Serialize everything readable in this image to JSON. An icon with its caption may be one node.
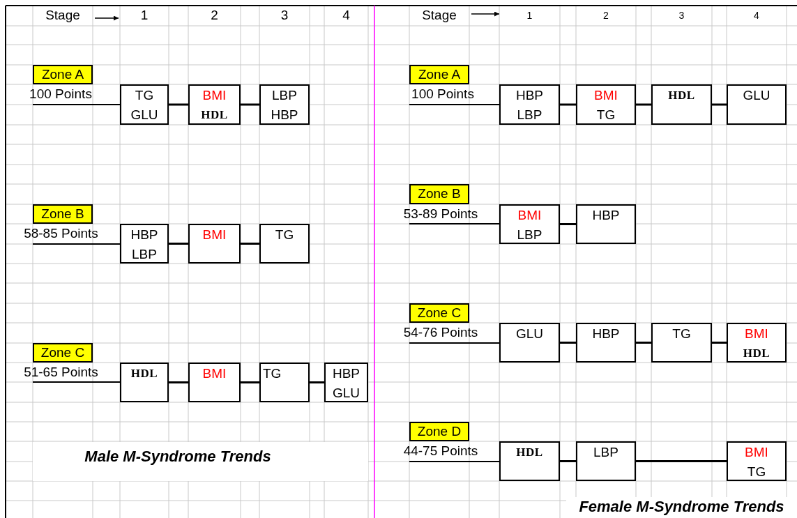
{
  "diagram": {
    "nodes": [
      {
        "text": [
          "Zone A"
        ]
      },
      {
        "text": [
          "100 Points"
        ]
      },
      {
        "text": [
          "TG",
          "GLU"
        ]
      },
      {
        "text": [
          "BMI",
          "HDL"
        ]
      },
      {
        "text": [
          "LBP",
          "HBP"
        ]
      },
      {
        "text": [
          "Zone B"
        ]
      },
      {
        "text": [
          "58-85 Points"
        ]
      },
      {
        "text": [
          "HBP",
          "LBP"
        ]
      },
      {
        "text": [
          "BMI"
        ]
      },
      {
        "text": [
          "TG"
        ]
      },
      {
        "text": [
          "Zone C"
        ]
      },
      {
        "text": [
          "51-65 Points"
        ]
      },
      {
        "text": [
          "HDL"
        ]
      },
      {
        "text": [
          "BMI"
        ]
      },
      {
        "text": [
          "TG"
        ]
      },
      {
        "text": [
          "HBP",
          "GLU"
        ]
      },
      {
        "text": [
          "Zone A"
        ]
      },
      {
        "text": [
          "100 Points"
        ]
      },
      {
        "text": [
          "HBP",
          "LBP"
        ]
      },
      {
        "text": [
          "BMI",
          "TG"
        ]
      },
      {
        "text": [
          "HDL"
        ]
      },
      {
        "text": [
          "GLU"
        ]
      },
      {
        "text": [
          "Zone B"
        ]
      },
      {
        "text": [
          "53-89 Points"
        ]
      },
      {
        "text": [
          "BMI",
          "LBP"
        ]
      },
      {
        "text": [
          "HBP"
        ]
      },
      {
        "text": [
          "Zone C"
        ]
      },
      {
        "text": [
          "54-76 Points"
        ]
      },
      {
        "text": [
          "GLU"
        ]
      },
      {
        "text": [
          "HBP"
        ]
      },
      {
        "text": [
          "TG"
        ]
      },
      {
        "text": [
          "BMI",
          "HDL"
        ]
      },
      {
        "text": [
          "Zone D"
        ]
      },
      {
        "text": [
          "44-75 Points"
        ]
      },
      {
        "text": [
          "HDL"
        ]
      },
      {
        "text": [
          "LBP"
        ]
      },
      {
        "text": [
          "BMI",
          "TG"
        ]
      }
    ],
    "edges": [
      {
        "from": 1,
        "to": 2,
        "arrow": "none"
      },
      {
        "from": 2,
        "to": 3,
        "arrow": "none"
      },
      {
        "from": 3,
        "to": 4,
        "arrow": "none"
      },
      {
        "from": 6,
        "to": 7,
        "arrow": "none"
      },
      {
        "from": 7,
        "to": 8,
        "arrow": "none"
      },
      {
        "from": 8,
        "to": 9,
        "arrow": "none"
      },
      {
        "from": 11,
        "to": 12,
        "arrow": "none"
      },
      {
        "from": 12,
        "to": 13,
        "arrow": "none"
      },
      {
        "from": 13,
        "to": 14,
        "arrow": "none"
      },
      {
        "from": 14,
        "to": 15,
        "arrow": "none"
      },
      {
        "from": 17,
        "to": 18,
        "arrow": "none"
      },
      {
        "from": 18,
        "to": 19,
        "arrow": "none"
      },
      {
        "from": 19,
        "to": 20,
        "arrow": "none"
      },
      {
        "from": 20,
        "to": 21,
        "arrow": "none"
      },
      {
        "from": 23,
        "to": 24,
        "arrow": "none"
      },
      {
        "from": 24,
        "to": 25,
        "arrow": "none"
      },
      {
        "from": 27,
        "to": 28,
        "arrow": "none"
      },
      {
        "from": 28,
        "to": 29,
        "arrow": "none"
      },
      {
        "from": 29,
        "to": 30,
        "arrow": "none"
      },
      {
        "from": 30,
        "to": 31,
        "arrow": "none"
      },
      {
        "from": 33,
        "to": 34,
        "arrow": "none"
      },
      {
        "from": 34,
        "to": 35,
        "arrow": "none"
      },
      {
        "from": 35,
        "to": 36,
        "arrow": "none"
      }
    ],
    "labels": [
      "Stage",
      "1",
      "2",
      "3",
      "4",
      "Stage",
      "1",
      "2",
      "3",
      "4",
      "Male M-Syndrome Trends",
      "Female M-Syndrome Trends"
    ]
  }
}
